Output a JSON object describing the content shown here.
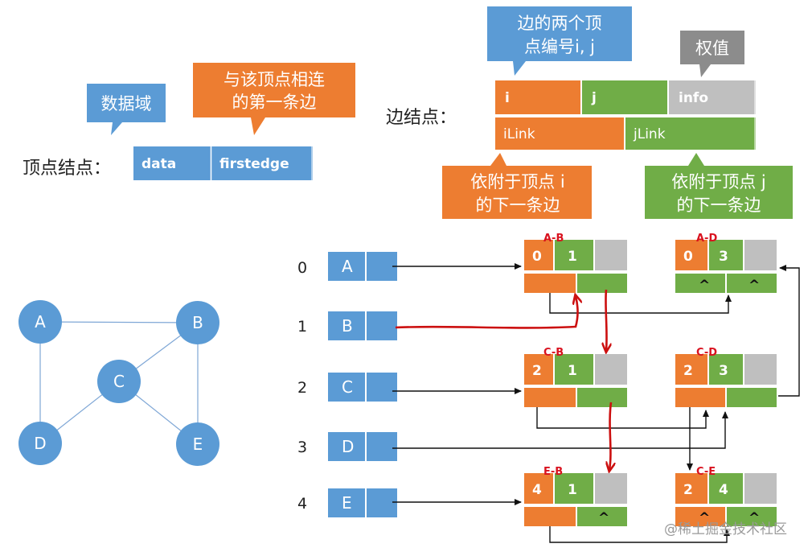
{
  "colors": {
    "blue": "#5B9BD5",
    "orange": "#ED7D31",
    "green": "#70AD47",
    "gray": "#BFBFBF",
    "red": "#D9121F"
  },
  "vertex_node": {
    "title": "顶点结点：",
    "fields": [
      "data",
      "firstedge"
    ],
    "callout_data": "数据域",
    "callout_firstedge_line1": "与该顶点相连",
    "callout_firstedge_line2": "的第一条边"
  },
  "edge_node": {
    "title": "边结点：",
    "fields_row1": [
      "i",
      "j",
      "info"
    ],
    "fields_row2": [
      "iLink",
      "jLink"
    ],
    "callout_ij_line1": "边的两个顶",
    "callout_ij_line2": "点编号i, j",
    "callout_info": "权值",
    "callout_ilink_line1": "依附于顶点 i",
    "callout_ilink_line2": "的下一条边",
    "callout_jlink_line1": "依附于顶点 j",
    "callout_jlink_line2": "的下一条边"
  },
  "graph": {
    "nodes": [
      "A",
      "B",
      "C",
      "D",
      "E"
    ]
  },
  "vertex_table": {
    "indices": [
      "0",
      "1",
      "2",
      "3",
      "4"
    ],
    "labels": [
      "A",
      "B",
      "C",
      "D",
      "E"
    ]
  },
  "edges": [
    {
      "name": "A-B",
      "i": "0",
      "j": "1",
      "ilink": "",
      "jlink": ""
    },
    {
      "name": "A-D",
      "i": "0",
      "j": "3",
      "ilink": "^",
      "jlink": "^"
    },
    {
      "name": "C-B",
      "i": "2",
      "j": "1",
      "ilink": "",
      "jlink": ""
    },
    {
      "name": "C-D",
      "i": "2",
      "j": "3",
      "ilink": "",
      "jlink": ""
    },
    {
      "name": "E-B",
      "i": "4",
      "j": "1",
      "ilink": "",
      "jlink": "^"
    },
    {
      "name": "C-E",
      "i": "2",
      "j": "4",
      "ilink": "^",
      "jlink": "^"
    }
  ],
  "watermark": "@稀土掘金技术社区"
}
